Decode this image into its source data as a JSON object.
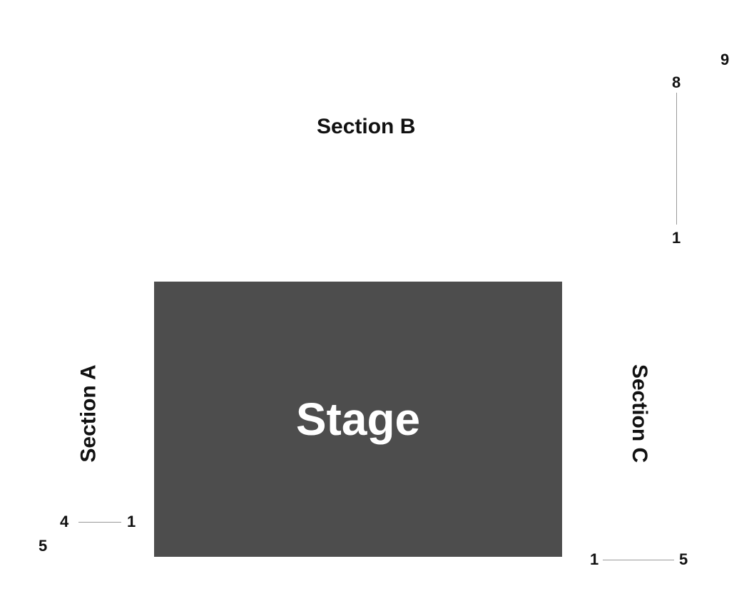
{
  "sections": {
    "b": {
      "label": "Section B"
    },
    "a": {
      "label": "Section A"
    },
    "c": {
      "label": "Section C"
    }
  },
  "stage": {
    "label": "Stage",
    "color": "#4d4d4d"
  },
  "row_markers": {
    "top_right_9": "9",
    "top_right_8": "8",
    "top_right_1": "1",
    "left_4": "4",
    "left_1": "1",
    "left_5": "5",
    "bottom_1": "1",
    "bottom_5": "5"
  }
}
